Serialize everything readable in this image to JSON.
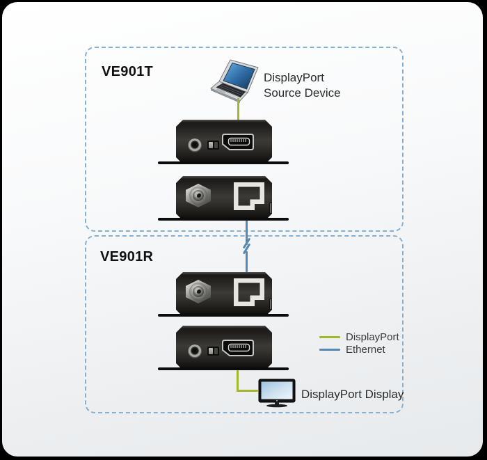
{
  "groups": {
    "transmitter": {
      "label": "VE901T"
    },
    "receiver": {
      "label": "VE901R"
    }
  },
  "source_device": {
    "label_line1": "DisplayPort",
    "label_line2": "Source Device",
    "icon": "laptop-icon"
  },
  "display_device": {
    "label": "DisplayPort Display",
    "icon": "monitor-icon"
  },
  "legend": {
    "items": [
      {
        "label": "DisplayPort",
        "color": "#a3b72a"
      },
      {
        "label": "Ethernet",
        "color": "#5488b5"
      }
    ]
  },
  "colors": {
    "displayport_cable": "#a3b72a",
    "ethernet_cable": "#5488b5",
    "group_border": "#85b0d2",
    "device_body": "#2e2d2b",
    "panel_frame": "#000000"
  }
}
